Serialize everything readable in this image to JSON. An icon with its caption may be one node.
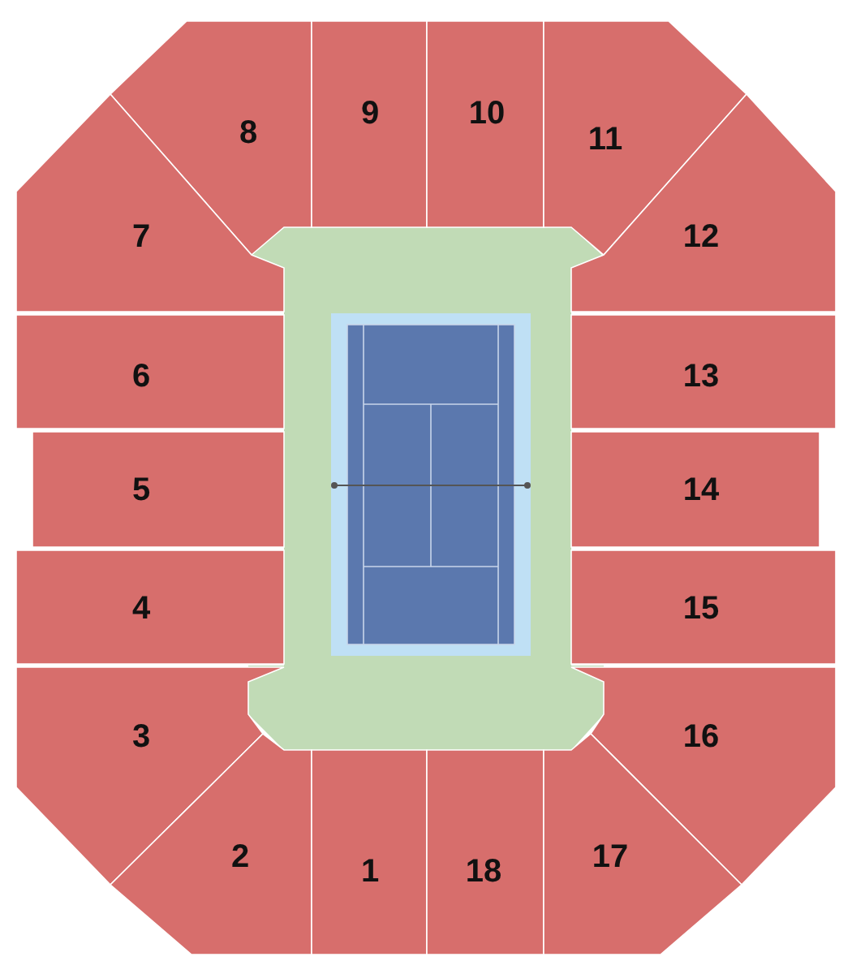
{
  "diagram": {
    "nodes": [
      {
        "text": [
          "8"
        ]
      },
      {
        "text": [
          "9"
        ]
      },
      {
        "text": [
          "10"
        ]
      },
      {
        "text": [
          "11"
        ]
      },
      {
        "text": [
          "7"
        ]
      },
      {
        "text": [
          "12"
        ]
      },
      {
        "text": [
          "6"
        ]
      },
      {
        "text": [
          "13"
        ]
      },
      {
        "text": [
          "5"
        ]
      },
      {
        "text": [
          "14"
        ]
      },
      {
        "text": [
          "4"
        ]
      },
      {
        "text": [
          "15"
        ]
      },
      {
        "text": [
          "3"
        ]
      },
      {
        "text": [
          "16"
        ]
      },
      {
        "text": [
          "2"
        ]
      },
      {
        "text": [
          "1"
        ]
      },
      {
        "text": [
          "18"
        ]
      },
      {
        "text": [
          "17"
        ]
      }
    ]
  }
}
